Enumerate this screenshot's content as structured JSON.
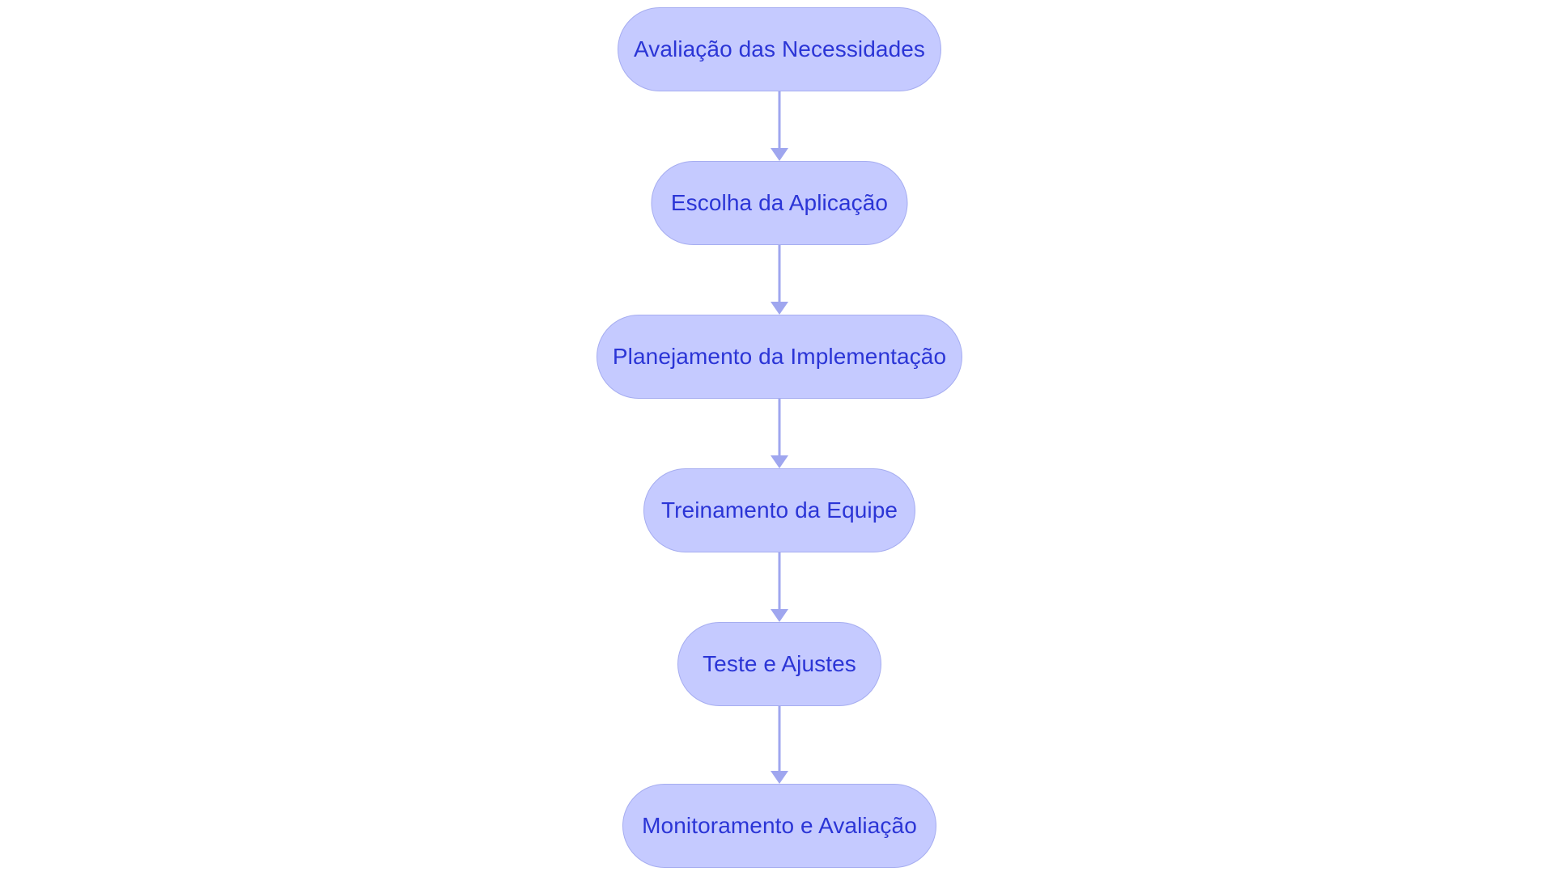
{
  "diagram": {
    "type": "flowchart",
    "orientation": "top-to-bottom",
    "language": "pt-BR",
    "background_color": "#ffffff",
    "node_fill_color": "#c5caff",
    "node_border_color": "#a6adf0",
    "node_text_color": "#2b35d6",
    "connector_color": "#9fa6ef",
    "nodes": [
      {
        "id": "n0",
        "label": "Avaliação das Necessidades",
        "shape": "stadium"
      },
      {
        "id": "n1",
        "label": "Escolha da Aplicação",
        "shape": "stadium"
      },
      {
        "id": "n2",
        "label": "Planejamento da Implementação",
        "shape": "stadium"
      },
      {
        "id": "n3",
        "label": "Treinamento da Equipe",
        "shape": "stadium"
      },
      {
        "id": "n4",
        "label": "Teste e Ajustes",
        "shape": "stadium"
      },
      {
        "id": "n5",
        "label": "Monitoramento e Avaliação",
        "shape": "stadium"
      }
    ],
    "edges": [
      {
        "id": "e0",
        "from": "n0",
        "to": "n1",
        "label": "",
        "arrow": "down-arrow"
      },
      {
        "id": "e1",
        "from": "n1",
        "to": "n2",
        "label": "",
        "arrow": "down-arrow"
      },
      {
        "id": "e2",
        "from": "n2",
        "to": "n3",
        "label": "",
        "arrow": "down-arrow"
      },
      {
        "id": "e3",
        "from": "n3",
        "to": "n4",
        "label": "",
        "arrow": "down-arrow"
      },
      {
        "id": "e4",
        "from": "n4",
        "to": "n5",
        "label": "",
        "arrow": "down-arrow"
      }
    ]
  }
}
